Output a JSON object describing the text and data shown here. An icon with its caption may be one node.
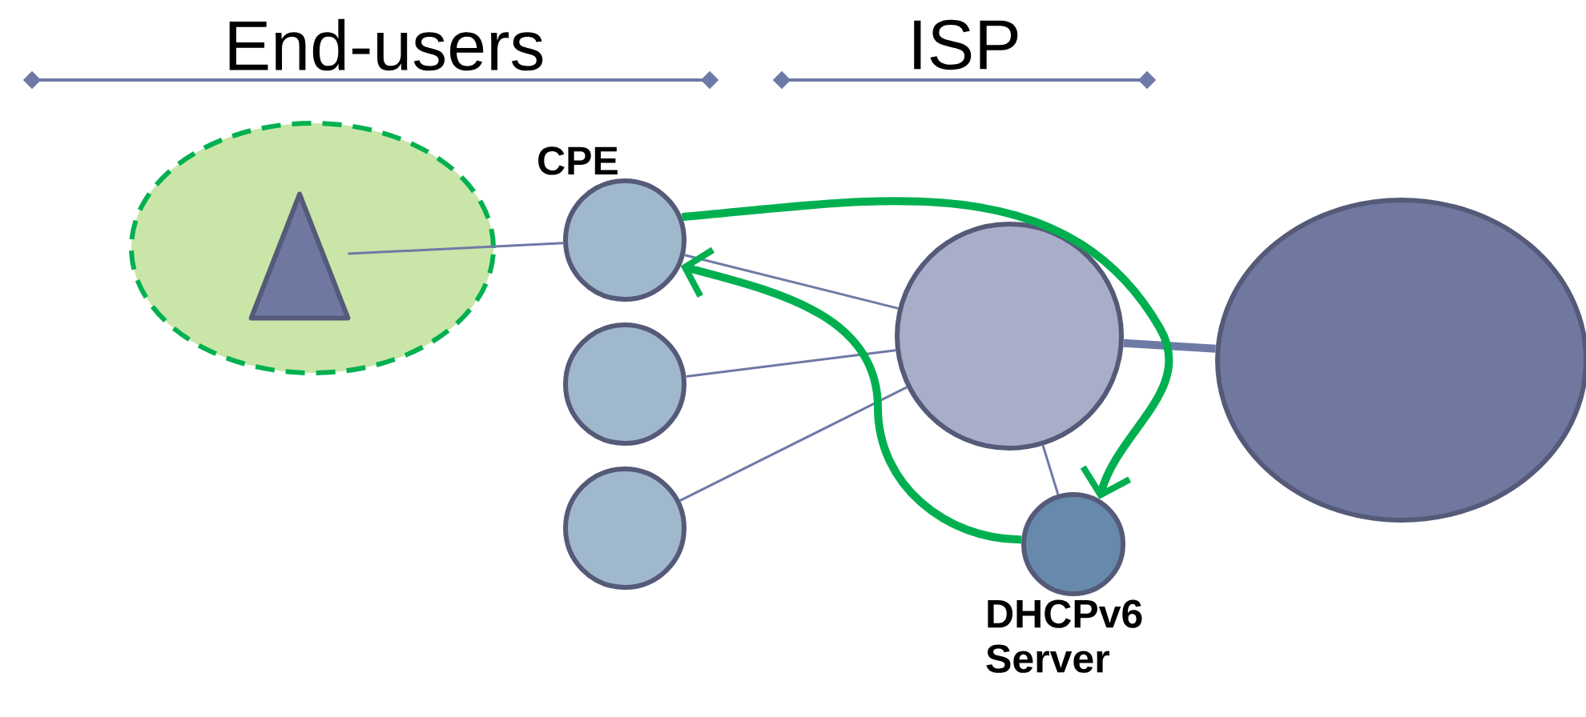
{
  "diagram": {
    "nodes": [
      {
        "text": [],
        "shape": "ellipse"
      },
      {
        "text": [],
        "shape": "triangle",
        "in": 0
      },
      {
        "text": [
          "CPE"
        ]
      },
      {
        "text": [],
        "shape": "circle"
      },
      {
        "text": [],
        "shape": "circle"
      },
      {
        "text": [],
        "shape": "circle"
      },
      {
        "text": [
          "DHCPv6 Server"
        ]
      },
      {
        "text": [],
        "shape": "ellipse"
      }
    ],
    "edges": [
      {
        "from": 1,
        "to": 2,
        "arrow": "none"
      },
      {
        "from": 2,
        "to": 5,
        "arrow": "none"
      },
      {
        "from": 3,
        "to": 5,
        "arrow": "none"
      },
      {
        "from": 4,
        "to": 5,
        "arrow": "none"
      },
      {
        "from": 5,
        "to": 6,
        "arrow": "none"
      },
      {
        "from": 5,
        "to": 7,
        "arrow": "none",
        "style": "thick"
      },
      {
        "from": 2,
        "to": 6,
        "arrow": "to",
        "style": "thick",
        "color": "#00b050"
      },
      {
        "from": 6,
        "to": 2,
        "arrow": "to",
        "style": "thick",
        "color": "#00b050"
      }
    ],
    "labels": [
      "End-users",
      "ISP"
    ]
  }
}
